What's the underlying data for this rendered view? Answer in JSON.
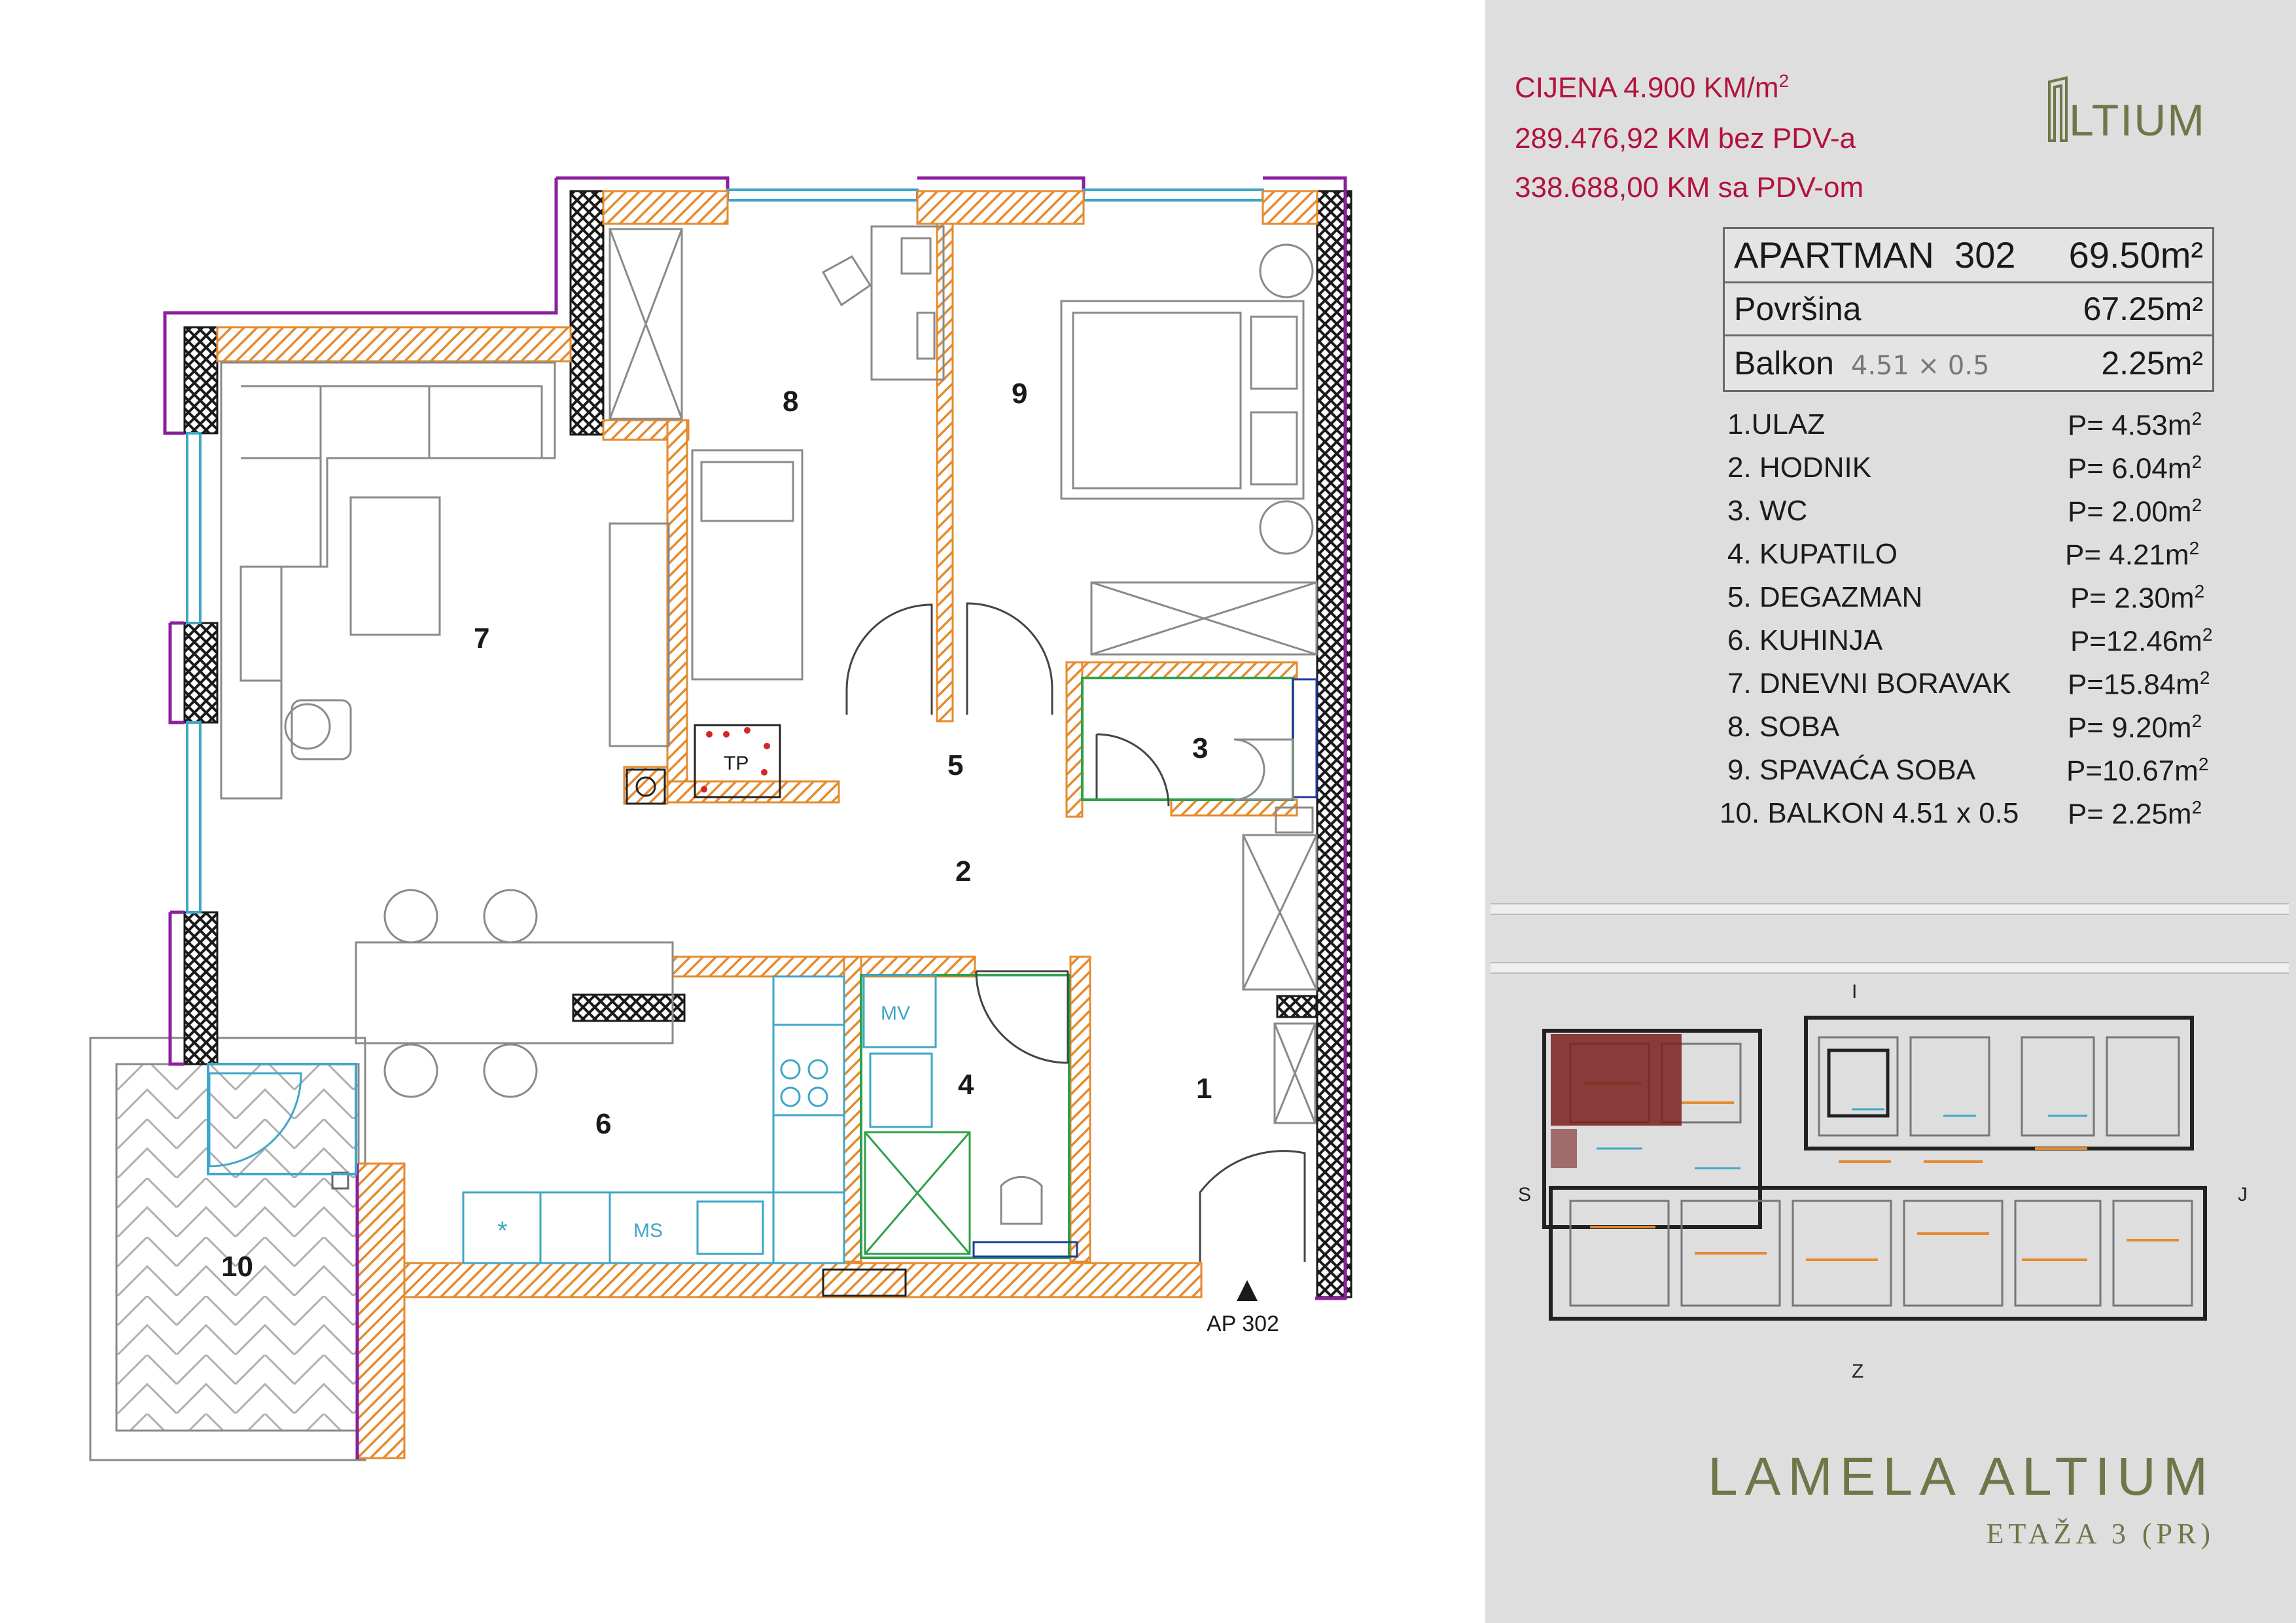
{
  "pricing": {
    "price_per_m2": "CIJENA 4.900 KM/m",
    "price_per_m2_sup": "2",
    "price_without_vat": "289.476,92 KM bez PDV-a",
    "price_with_vat": "338.688,00 KM sa PDV-om"
  },
  "logo": {
    "text": "LTIUM"
  },
  "apartment": {
    "name": "APARTMAN",
    "number": "302",
    "total_area": "69.50m²",
    "surface_label": "Površina",
    "surface_value": "67.25m²",
    "balcony_label": "Balkon",
    "balcony_dims": "4.51 × 0.5",
    "balcony_value": "2.25m²"
  },
  "rooms": [
    {
      "label": "1.ULAZ",
      "area": "P= 4.53m",
      "sup": "2"
    },
    {
      "label": "2. HODNIK",
      "area": "P= 6.04m",
      "sup": "2"
    },
    {
      "label": "3. WC",
      "area": "P= 2.00m",
      "sup": "2"
    },
    {
      "label": "4. KUPATILO",
      "area": "P= 4.21m",
      "sup": "2"
    },
    {
      "label": "5. DEGAZMAN",
      "area": "P= 2.30m",
      "sup": "2"
    },
    {
      "label": "6. KUHINJA",
      "area": "P=12.46m",
      "sup": "2"
    },
    {
      "label": "7. DNEVNI BORAVAK",
      "area": "P=15.84m",
      "sup": "2"
    },
    {
      "label": "8. SOBA",
      "area": "P= 9.20m",
      "sup": "2"
    },
    {
      "label": "9. SPAVAĆA SOBA",
      "area": "P=10.67m",
      "sup": "2"
    },
    {
      "label": "10. BALKON 4.51 x 0.5",
      "area": "P= 2.25m",
      "sup": "2"
    }
  ],
  "plan": {
    "room_numbers": [
      "1",
      "2",
      "3",
      "4",
      "5",
      "6",
      "7",
      "8",
      "9",
      "10"
    ],
    "heater_label": "TP",
    "washer_label": "MV",
    "dishwasher_label": "MS",
    "fridge_symbol": "*",
    "entrance_label": "AP 302"
  },
  "keyplan": {
    "north": "I",
    "south": "Z",
    "west": "S",
    "east": "J"
  },
  "titles": {
    "building": "LAMELA ALTIUM",
    "floor": "ETAŽA 3 (PR)"
  },
  "colors": {
    "price": "#b3123e",
    "brand": "#6f7648",
    "wall_hatch": "#e58a2e",
    "facade": "#8b1f9c",
    "window": "#3fa6c8",
    "highlight_unit": "#7a1e1e"
  }
}
